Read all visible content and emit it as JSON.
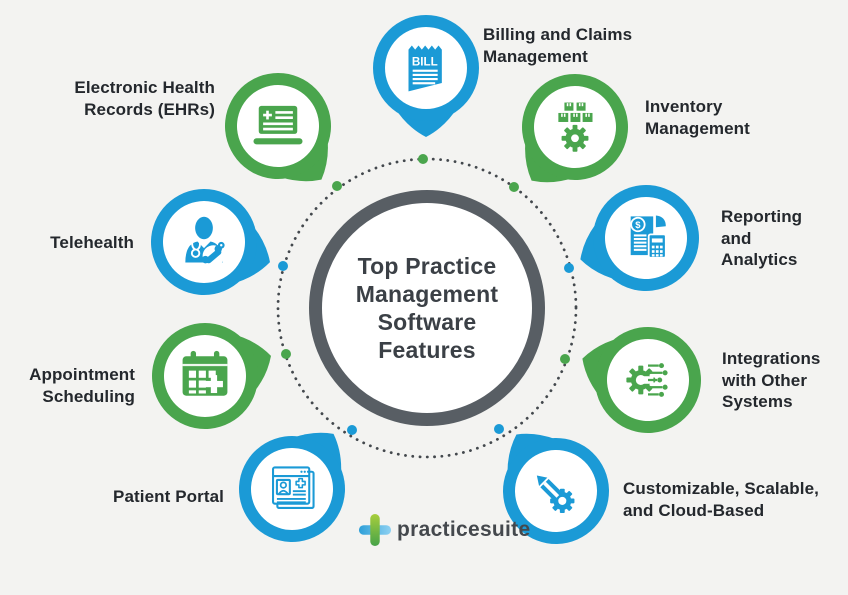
{
  "background": "#f3f3f1",
  "palette": {
    "blue": "#1b9ad6",
    "green": "#4aa54d",
    "ring": "#585e64",
    "text": "#3b4046",
    "dot": "#43484d"
  },
  "center": {
    "title": "Top Practice\nManagement\nSoftware\nFeatures"
  },
  "badges": [
    {
      "id": "billing",
      "label": "Billing and Claims\nManagement",
      "color": "#1b9ad6",
      "icon": "bill-receipt-icon"
    },
    {
      "id": "ehr",
      "label": "Electronic Health\nRecords (EHRs)",
      "color": "#4aa54d",
      "icon": "ehr-laptop-icon"
    },
    {
      "id": "inventory",
      "label": "Inventory\nManagement",
      "color": "#4aa54d",
      "icon": "inventory-boxes-gear-icon"
    },
    {
      "id": "telehealth",
      "label": "Telehealth",
      "color": "#1b9ad6",
      "icon": "doctor-phone-icon"
    },
    {
      "id": "reporting",
      "label": "Reporting\nand\nAnalytics",
      "color": "#1b9ad6",
      "icon": "report-calculator-icon"
    },
    {
      "id": "appointment",
      "label": "Appointment\nScheduling",
      "color": "#4aa54d",
      "icon": "calendar-plus-icon"
    },
    {
      "id": "integrations",
      "label": "Integrations\nwith Other\nSystems",
      "color": "#4aa54d",
      "icon": "gear-circuit-icon"
    },
    {
      "id": "portal",
      "label": "Patient Portal",
      "color": "#1b9ad6",
      "icon": "patient-browser-icon"
    },
    {
      "id": "custom",
      "label": "Customizable, Scalable,\nand Cloud-Based",
      "color": "#1b9ad6",
      "icon": "pencil-gear-icon"
    }
  ],
  "bill_icon_text": "BILL",
  "logo": {
    "text": "practicesuite"
  }
}
